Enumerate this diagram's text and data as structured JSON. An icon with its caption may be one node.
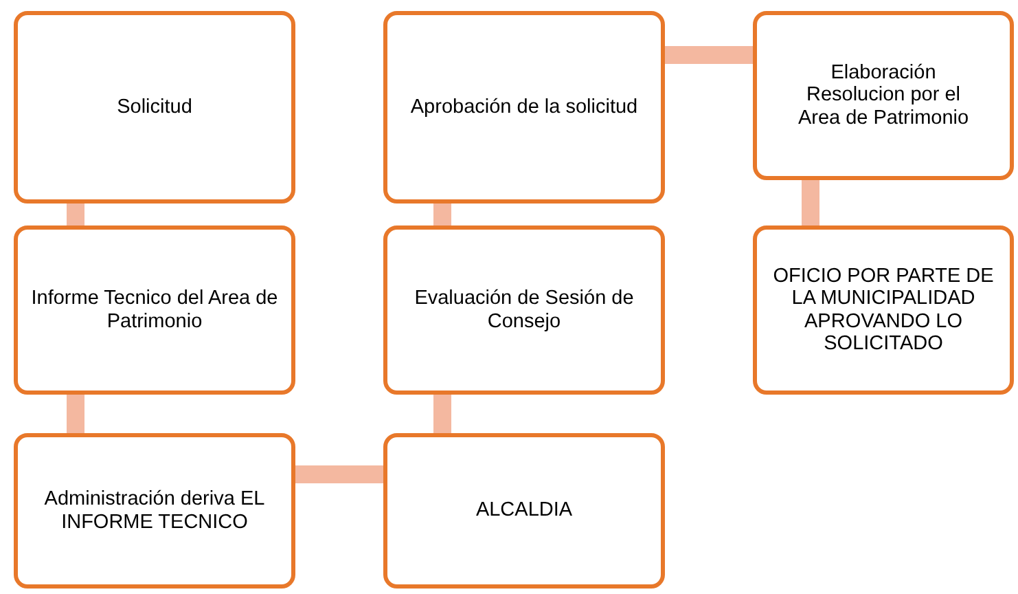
{
  "diagram": {
    "nodes": [
      {
        "text": [
          "Solicitud"
        ]
      },
      {
        "text": [
          "Aprobación de la solicitud"
        ]
      },
      {
        "text": [
          "Elaboración Resolucion por el Area de Patrimonio"
        ]
      },
      {
        "text": [
          "Informe Tecnico del Area de Patrimonio"
        ]
      },
      {
        "text": [
          "Evaluación de Sesión de Consejo"
        ]
      },
      {
        "text": [
          "OFICIO POR PARTE DE LA MUNICIPALIDAD APROVANDO LO SOLICITADO"
        ]
      },
      {
        "text": [
          "Administración  deriva EL INFORME TECNICO"
        ]
      },
      {
        "text": [
          "ALCALDIA"
        ]
      }
    ],
    "edges": [
      {
        "from": 0,
        "to": 3,
        "arrow": "none"
      },
      {
        "from": 3,
        "to": 6,
        "arrow": "none"
      },
      {
        "from": 6,
        "to": 7,
        "arrow": "none"
      },
      {
        "from": 7,
        "to": 4,
        "arrow": "none"
      },
      {
        "from": 4,
        "to": 1,
        "arrow": "none"
      },
      {
        "from": 1,
        "to": 2,
        "arrow": "none"
      },
      {
        "from": 2,
        "to": 5,
        "arrow": "none"
      }
    ]
  }
}
